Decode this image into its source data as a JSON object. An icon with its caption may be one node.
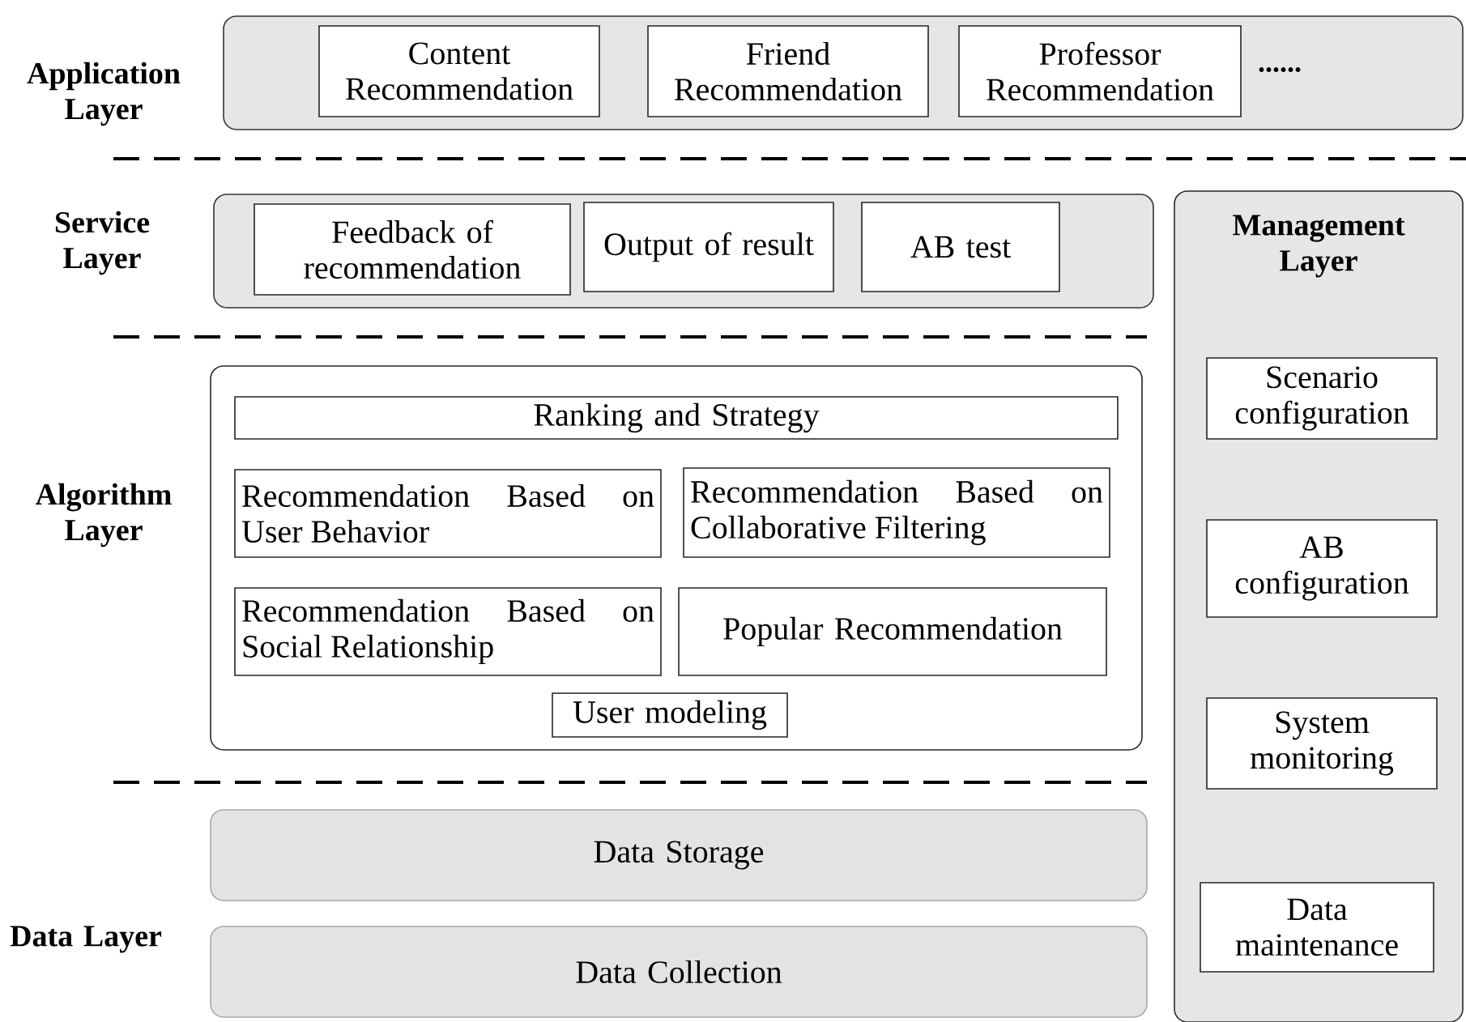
{
  "diagram": {
    "nodes": [
      {
        "text": [],
        "shape": "box"
      },
      {
        "text": [
          "Content Recommendation"
        ],
        "in": 0
      },
      {
        "text": [
          "Friend Recommendation"
        ],
        "in": 0
      },
      {
        "text": [
          "Professor Recommendation"
        ],
        "in": 0
      },
      {
        "text": [],
        "shape": "box"
      },
      {
        "text": [
          "Feedback of recommendation"
        ],
        "in": 4
      },
      {
        "text": [
          "Output of result"
        ],
        "in": 4
      },
      {
        "text": [
          "AB test"
        ],
        "in": 4
      },
      {
        "text": [
          "Management Layer"
        ]
      },
      {
        "text": [
          "Scenario configuration"
        ],
        "in": 8
      },
      {
        "text": [
          "AB configuration"
        ],
        "in": 8
      },
      {
        "text": [
          "System monitoring"
        ],
        "in": 8
      },
      {
        "text": [
          "Data maintenance"
        ],
        "in": 8
      },
      {
        "text": [],
        "shape": "box"
      },
      {
        "text": [
          "Ranking and Strategy"
        ],
        "in": 13
      },
      {
        "text": [
          "Recommendation Based on User Behavior"
        ],
        "in": 13
      },
      {
        "text": [
          "Recommendation Based on Collaborative Filtering"
        ],
        "in": 13
      },
      {
        "text": [
          "Recommendation Based on Social Relationship"
        ],
        "in": 13
      },
      {
        "text": [
          "Popular Recommendation"
        ],
        "in": 13
      },
      {
        "text": [
          "User modeling"
        ],
        "in": 13
      },
      {
        "text": [
          "Data Storage"
        ]
      },
      {
        "text": [
          "Data Collection"
        ]
      }
    ],
    "labels": [
      "Application Layer",
      "......",
      "Service Layer",
      "Algorithm Layer",
      "Data Layer"
    ]
  }
}
